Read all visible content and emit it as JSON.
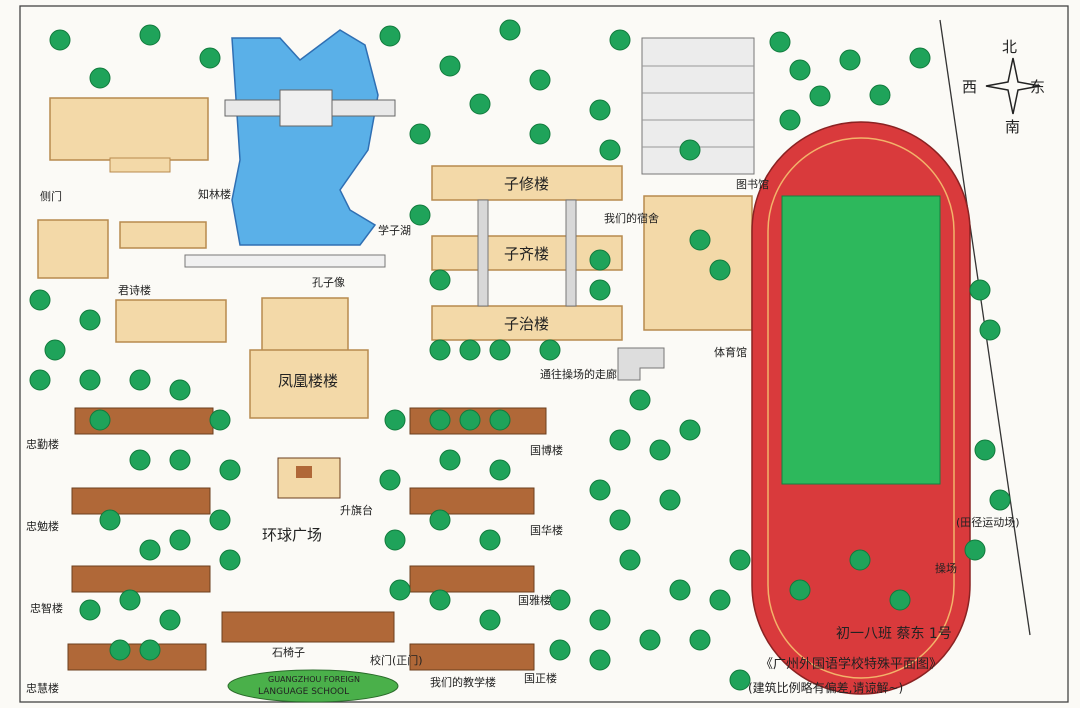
{
  "compass": {
    "north": "北",
    "south": "南",
    "east": "东",
    "west": "西"
  },
  "labels": {
    "side_gate": "侧门",
    "zhilin": "知林楼",
    "xuezi_lake": "学子湖",
    "kongzi_statue": "孔子像",
    "junshu": "君诗楼",
    "zixiu": "子修楼",
    "ziqi": "子齐楼",
    "zizhi": "子治楼",
    "our_dorm": "我们的宿舍",
    "fenghuang": "凤凰楼楼",
    "paths_to_field": "通往操场的走廊",
    "gym": "体育馆",
    "library": "图书馆",
    "zhongqin": "忠勤楼",
    "zhongmian": "忠勉楼",
    "zhongzhi": "忠智楼",
    "zhonghui": "忠慧楼",
    "flag_platform": "升旗台",
    "global_square": "环球广场",
    "guobo": "国博楼",
    "guohua": "国华楼",
    "guoyi": "国雅楼",
    "guozheng": "国正楼",
    "stone_bench": "石椅子",
    "our_classroom": "我们的教学楼",
    "main_gate": "校门(正门)",
    "track": "操场",
    "track_note": "(田径运动场)",
    "logo_line1": "GUANGZHOU FOREIGN",
    "logo_line2": "LANGUAGE SCHOOL"
  },
  "signature": {
    "author": "初一八班  蔡东 1号",
    "title": "《广州外国语学校特殊平面图》",
    "note": "(建筑比例略有偏差,请谅解~)"
  },
  "colors": {
    "building": "#f3d9a8",
    "building_edge": "#b88a4e",
    "lake": "#5ab0e8",
    "tree": "#1fa35a",
    "track_red": "#d93a3c",
    "field": "#2db85c",
    "block_brown": "#b06838"
  }
}
